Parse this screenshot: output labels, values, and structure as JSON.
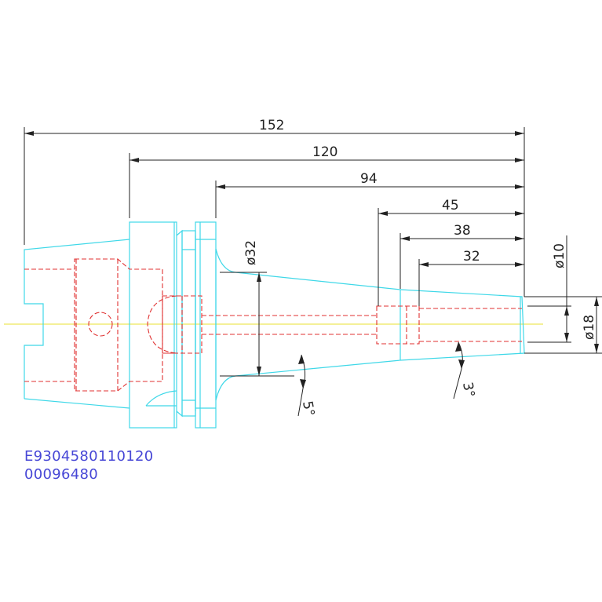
{
  "drawing": {
    "dimensions": {
      "length_total": "152",
      "length_flange": "120",
      "length_body": "94",
      "length_45": "45",
      "length_38": "38",
      "length_32": "32",
      "dia_32": "ø32",
      "dia_10": "ø10",
      "dia_18": "ø18",
      "taper_5": "5°",
      "taper_3": "3°"
    },
    "codes": {
      "part_number": "E9304580110120",
      "order_number": "00096480"
    },
    "colors": {
      "outline": "#3fd8e8",
      "hidden_lines": "#e03030",
      "centerline": "#e8e030",
      "dimensions": "#222222",
      "codes_text": "#4747d6"
    }
  }
}
